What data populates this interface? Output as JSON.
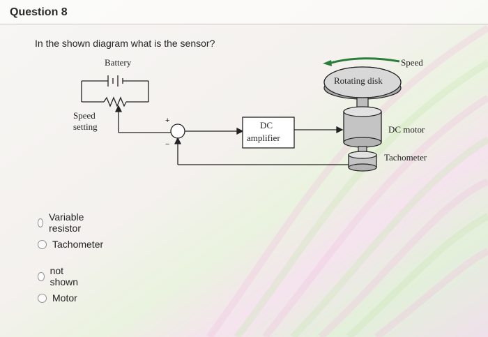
{
  "question": {
    "title": "Question 8",
    "text": "In the shown diagram what is the sensor?"
  },
  "diagram": {
    "battery_label": "Battery",
    "speed_setting_label_1": "Speed",
    "speed_setting_label_2": "setting",
    "plus_sign": "+",
    "minus_sign": "−",
    "amplifier_label_1": "DC",
    "amplifier_label_2": "amplifier",
    "rotating_disk_label": "Rotating disk",
    "speed_label": "Speed",
    "dc_motor_label": "DC motor",
    "tachometer_label": "Tachometer"
  },
  "options": [
    {
      "label": "Variable resistor"
    },
    {
      "label": "Tachometer"
    },
    {
      "label": "not shown"
    },
    {
      "label": "Motor"
    }
  ]
}
